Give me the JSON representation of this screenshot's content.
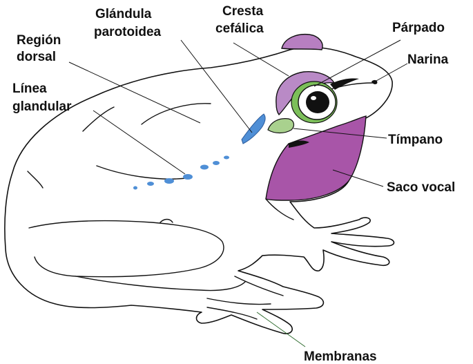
{
  "labels": {
    "glandula_line1": "Glándula",
    "glandula_line2": "parotoidea",
    "cresta_line1": "Cresta",
    "cresta_line2": "cefálica",
    "region_line1": "Región",
    "region_line2": "dorsal",
    "linea_line1": "Línea",
    "linea_line2": "glandular",
    "parpado": "Párpado",
    "narina": "Narina",
    "timpano": "Tímpano",
    "saco_vocal": "Saco vocal",
    "membranas": "Membranas"
  },
  "colors": {
    "purple_region": "#a855a8",
    "crest_purple": "#b77fc1",
    "eyelid_purple": "#b98ac6",
    "tympanum_green": "#a9d18e",
    "eye_ring_green": "#7cbf5a",
    "gland_blue": "#4f8fd6",
    "membrane_leader": "#2e6b2e"
  }
}
